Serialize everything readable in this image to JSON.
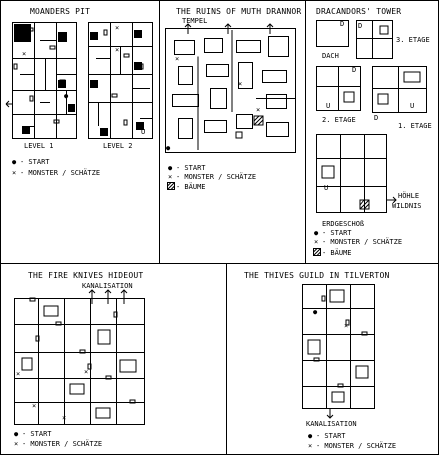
{
  "panels": {
    "moanders": {
      "title": "MOANDERS PIT",
      "level1": "LEVEL 1",
      "level2": "LEVEL 2",
      "legend_start": "- START",
      "legend_monster": "- MONSTER / SCHÄTZE"
    },
    "myth": {
      "title": "THE RUINS OF MUTH DRANNOR",
      "tempel": "TEMPEL",
      "legend_start": "- START",
      "legend_monster": "- MONSTER / SCHÄTZE",
      "legend_trees": "- BÄUME"
    },
    "dracandor": {
      "title": "DRACANDORS' TOWER",
      "dach": "DACH",
      "etage3": "3. ETAGE",
      "etage2": "2. ETAGE",
      "etage1": "1. ETAGE",
      "erdgeschoss": "ERDGESCHOß",
      "hoehle": "HÖHLE",
      "wildnis": "WILDNIS",
      "legend_start": "- START",
      "legend_monster": "- MONSTER / SCHÄTZE",
      "legend_trees": "- BÄUME"
    },
    "fireknives": {
      "title": "THE FIRE KNIVES HIDEOUT",
      "kanalisation": "KANALISATION",
      "legend_start": "- START",
      "legend_monster": "- MONSTER / SCHÄTZE"
    },
    "thieves": {
      "title": "THE THIVES GUILD IN TILVERTON",
      "kanalisation": "KANALISATION",
      "legend_start": "- START",
      "legend_monster": "- MONSTER / SCHÄTZE"
    }
  },
  "symbols": {
    "start": "●",
    "monster": "×",
    "door_marker": "D",
    "up_marker": "U"
  }
}
